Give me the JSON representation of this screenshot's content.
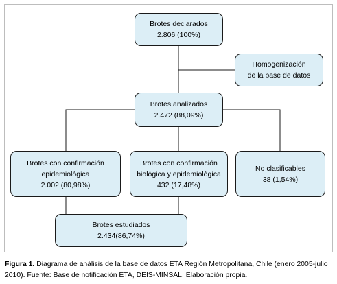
{
  "nodes": {
    "declarados": {
      "line1": "Brotes declarados",
      "line2": "2.806 (100%)"
    },
    "homogenizacion": {
      "line1": "Homogenización",
      "line2": "de la base de datos"
    },
    "analizados": {
      "line1": "Brotes analizados",
      "line2": "2.472 (88,09%)"
    },
    "conf_epi": {
      "line1": "Brotes con confirmación",
      "line2": "epidemiológica",
      "line3": "2.002 (80,98%)"
    },
    "conf_bio": {
      "line1": "Brotes con confirmación",
      "line2": "biológica y epidemiológica",
      "line3": "432 (17,48%)"
    },
    "no_clasificables": {
      "line1": "No clasificables",
      "line2": "38 (1,54%)"
    },
    "estudiados": {
      "line1": "Brotes estudiados",
      "line2": "2.434(86,74%)"
    }
  },
  "caption": {
    "label": "Figura 1.",
    "text": " Diagrama de análisis de la base de datos ETA Región Metropolitana, Chile (enero 2005-julio 2010). Fuente: Base de notificación ETA, DEIS-MINSAL. Elaboración propia."
  }
}
